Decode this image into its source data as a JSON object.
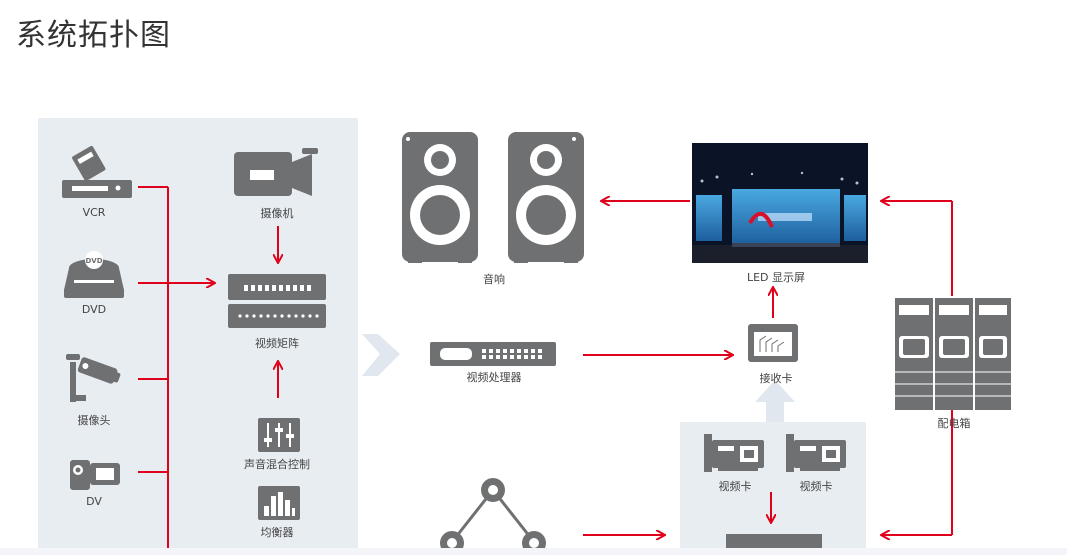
{
  "page": {
    "title": "系统拓扑图"
  },
  "sources": [
    {
      "label": "VCR",
      "icon": "vcr-icon"
    },
    {
      "label": "DVD",
      "icon": "dvd-player-icon",
      "disc_text": "DVD"
    },
    {
      "label": "摄像头",
      "icon": "security-camera-icon"
    },
    {
      "label": "DV",
      "icon": "dv-camcorder-icon"
    }
  ],
  "left_column": {
    "camera": {
      "label": "摄像机",
      "icon": "video-camera-icon"
    },
    "matrix": {
      "label": "视频矩阵",
      "icon": "video-matrix-icon"
    },
    "mixer": {
      "label": "声音混合控制",
      "icon": "audio-mixer-icon"
    },
    "equalizer": {
      "label": "均衡器",
      "icon": "equalizer-icon"
    }
  },
  "speakers": {
    "label": "音响",
    "icon": "speaker-icon"
  },
  "processor": {
    "label": "视频处理器",
    "icon": "video-processor-icon"
  },
  "led_display": {
    "label": "LED 显示屏",
    "icon": "led-screen-photo"
  },
  "receiver": {
    "label": "接收卡",
    "icon": "receiver-card-icon"
  },
  "power_box": {
    "label": "配电箱",
    "icon": "power-cabinet-icon"
  },
  "video_cards": [
    {
      "label": "视频卡",
      "icon": "video-card-icon"
    },
    {
      "label": "视频卡",
      "icon": "video-card-icon"
    }
  ],
  "network": {
    "icon": "network-nodes-icon"
  },
  "colors": {
    "arrow": "#e0001b",
    "icon": "#6f7072",
    "panel": "#e8edf2",
    "big_arrow": "#e1e7ee"
  }
}
